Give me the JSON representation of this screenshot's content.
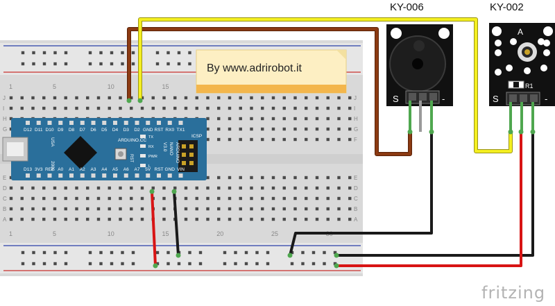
{
  "modules": {
    "buzzer": {
      "title": "KY-006",
      "pin_s": "S",
      "pin_minus": "-"
    },
    "sensor": {
      "title": "KY-002",
      "pin_s": "S",
      "pin_minus": "-",
      "silk_a": "A",
      "silk_r1": "R1"
    }
  },
  "note": {
    "text": "By www.adrirobot.it"
  },
  "brand": "fritzing",
  "arduino": {
    "top_pins": [
      "D12",
      "D11",
      "D10",
      "D9",
      "D8",
      "D7",
      "D6",
      "D5",
      "D4",
      "D3",
      "D2",
      "GND",
      "RST",
      "RX0",
      "TX1"
    ],
    "bottom_pins": [
      "D13",
      "3V3",
      "REF",
      "A0",
      "A1",
      "A2",
      "A3",
      "A4",
      "A5",
      "A6",
      "A7",
      "5V",
      "RST",
      "GND",
      "VIN"
    ],
    "left_silk": [
      "USA",
      "2009"
    ],
    "center_silk": [
      "ARDUINO",
      "NANO",
      "V3.0"
    ],
    "label_cc": "ARDUINO.CC",
    "label_icsp": "ICSP",
    "label_rst": "RST",
    "leds": [
      "TX",
      "RX",
      "PWR",
      "L"
    ]
  },
  "breadboard": {
    "col_numbers": [
      "1",
      "5",
      "10",
      "15",
      "20",
      "25",
      "30"
    ],
    "row_letters_top": [
      "J",
      "I",
      "H",
      "G",
      "F"
    ],
    "row_letters_bottom": [
      "E",
      "D",
      "C",
      "B",
      "A"
    ]
  },
  "colors": {
    "wire_yellow": "#f4ef21",
    "wire_brown": "#8b3a12",
    "wire_red": "#d81414",
    "wire_black": "#1a1a1a",
    "board_blue": "#2a6f9b",
    "breadboard": "#dcdcdc",
    "module_bg": "#111111",
    "note_bg": "#fdefc3"
  }
}
